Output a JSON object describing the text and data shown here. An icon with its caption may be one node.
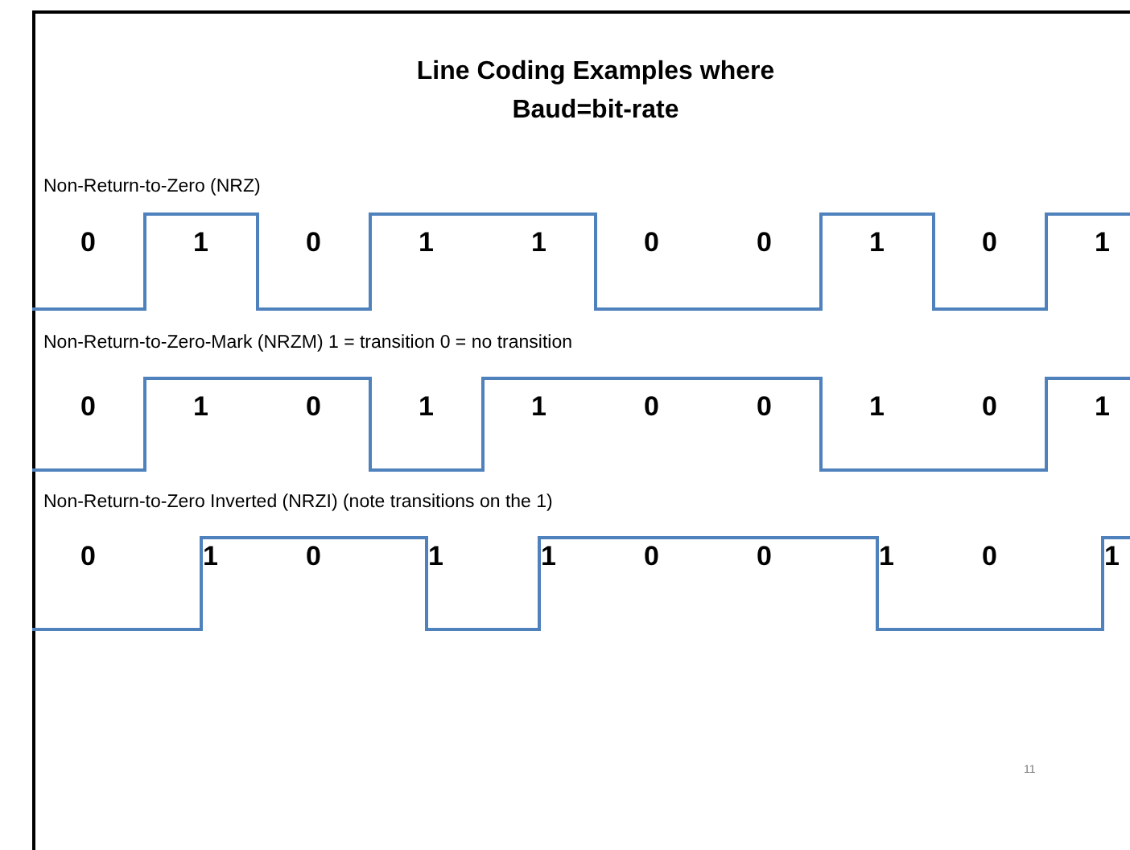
{
  "diagram": {
    "title": "Line Coding Examples where Baud=bit-rate",
    "labels": [
      "Non-Return-to-Zero (NRZ)",
      "0",
      "1",
      "0",
      "1",
      "1",
      "0",
      "0",
      "1",
      "0",
      "1",
      "Non-Return-to-Zero-Mark (NRZM) 1 = transition 0 = no transition",
      "0",
      "1",
      "0",
      "1",
      "1",
      "0",
      "0",
      "1",
      "0",
      "1",
      "Non-Return-to-Zero Inverted (NRZI) (note transitions on the 1)",
      "0",
      "1",
      "0",
      "1",
      "1",
      "0",
      "0",
      "1",
      "0",
      "1",
      "11"
    ]
  }
}
